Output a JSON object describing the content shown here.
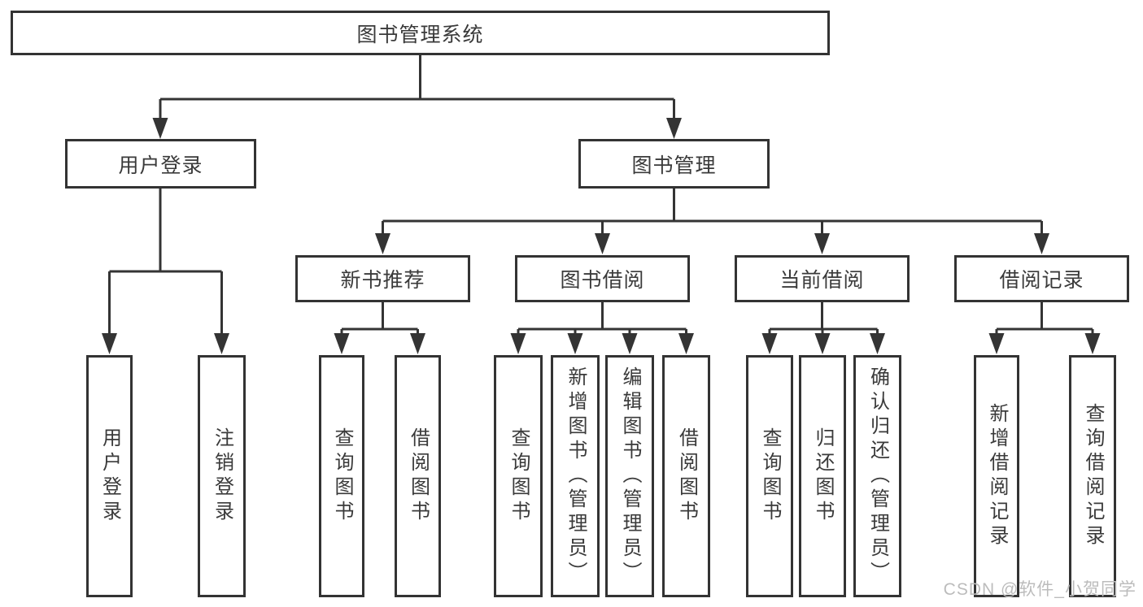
{
  "diagram": {
    "title": "图书管理系统",
    "type": "hierarchy-tree",
    "root": {
      "label": "图书管理系统"
    },
    "level2": [
      {
        "label": "用户登录"
      },
      {
        "label": "图书管理"
      }
    ],
    "level3": [
      {
        "label": "新书推荐"
      },
      {
        "label": "图书借阅"
      },
      {
        "label": "当前借阅"
      },
      {
        "label": "借阅记录"
      }
    ],
    "leaves": {
      "user_login": [
        {
          "label": "用户登录"
        },
        {
          "label": "注销登录"
        }
      ],
      "new_book": [
        {
          "label": "查询图书"
        },
        {
          "label": "借阅图书"
        }
      ],
      "book_borrow": [
        {
          "label": "查询图书"
        },
        {
          "label": "新增图书（管理员）"
        },
        {
          "label": "编辑图书（管理员）"
        },
        {
          "label": "借阅图书"
        }
      ],
      "current_borrow": [
        {
          "label": "查询图书"
        },
        {
          "label": "归还图书"
        },
        {
          "label": "确认归还（管理员）"
        }
      ],
      "borrow_records": [
        {
          "label": "新增借阅记录"
        },
        {
          "label": "查询借阅记录"
        }
      ]
    },
    "edges": [
      "图书管理系统 -> 用户登录",
      "图书管理系统 -> 图书管理",
      "用户登录 -> 用户登录",
      "用户登录 -> 注销登录",
      "图书管理 -> 新书推荐",
      "图书管理 -> 图书借阅",
      "图书管理 -> 当前借阅",
      "图书管理 -> 借阅记录",
      "新书推荐 -> 查询图书",
      "新书推荐 -> 借阅图书",
      "图书借阅 -> 查询图书",
      "图书借阅 -> 新增图书（管理员）",
      "图书借阅 -> 编辑图书（管理员）",
      "图书借阅 -> 借阅图书",
      "当前借阅 -> 查询图书",
      "当前借阅 -> 归还图书",
      "当前借阅 -> 确认归还（管理员）",
      "借阅记录 -> 新增借阅记录",
      "借阅记录 -> 查询借阅记录"
    ],
    "colors": {
      "line": "#343434",
      "border": "#333333",
      "text": "#3a3a3a",
      "background": "#ffffff",
      "watermark": "#bcbcbc"
    }
  },
  "watermark": {
    "text": "CSDN @软件_小贺同学"
  }
}
